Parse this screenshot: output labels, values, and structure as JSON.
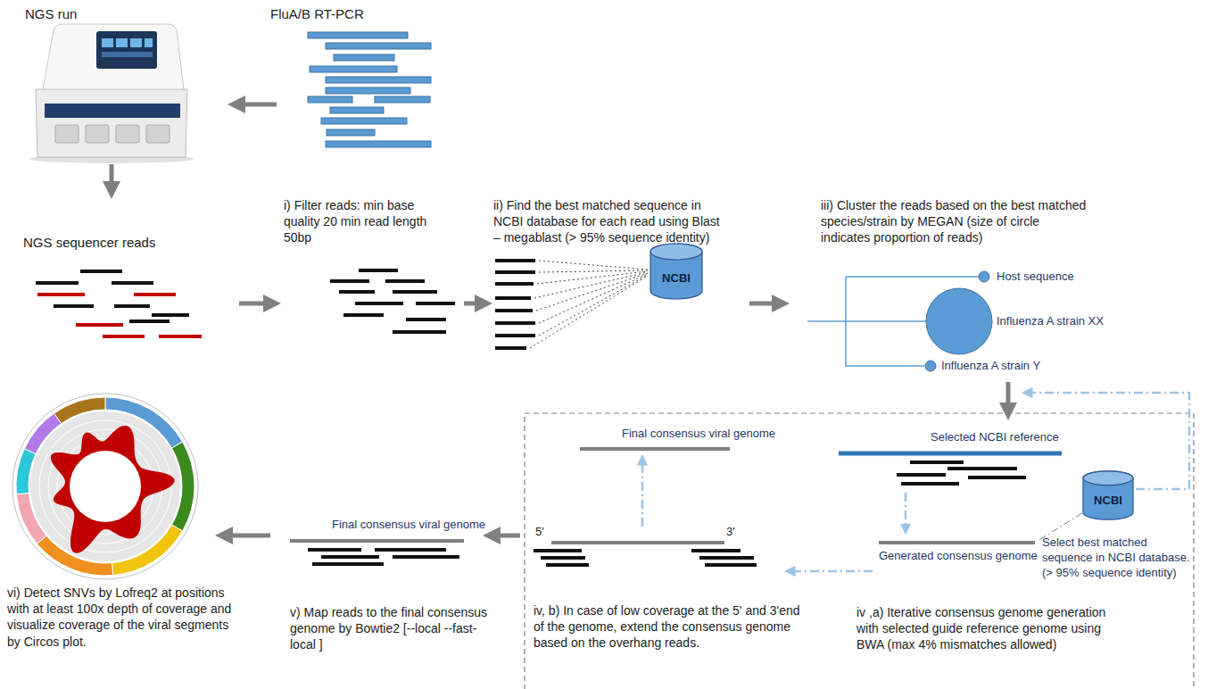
{
  "diagram": {
    "nodes": [
      {
        "text": [
          "NCBI"
        ]
      },
      {
        "text": [
          "NCBI"
        ]
      }
    ],
    "labels": [
      "NGS run",
      "FluA/B RT-PCR",
      "NGS sequencer reads",
      "i) Filter reads: min base quality 20 min read length 50bp",
      "ii) Find the best matched sequence in NCBI database for each read using Blast – megablast (> 95% sequence identity)",
      "iii) Cluster the reads based on the best matched species/strain by MEGAN (size of circle indicates proportion of reads)",
      "Host sequence",
      "Influenza A strain XX",
      "Influenza A strain Y",
      "Final consensus viral genome",
      "Selected NCBI reference",
      "Final consensus viral genome",
      "5'",
      "3'",
      "Generated consensus genome",
      "Select best matched sequence in NCBI database. (> 95% sequence identity)",
      "vi) Detect SNVs by Lofreq2 at positions with at least 100x depth of coverage and visualize coverage of the viral segments by Circos plot.",
      "v) Map reads to the final consensus genome by Bowtie2 [--local --fast-local ]",
      "iv, b) In case of low coverage at the 5' and 3'end of the genome, extend the consensus genome based on the overhang reads.",
      "iv ,a) Iterative consensus genome generation with selected guide reference genome using BWA (max 4% mismatches allowed)"
    ]
  }
}
